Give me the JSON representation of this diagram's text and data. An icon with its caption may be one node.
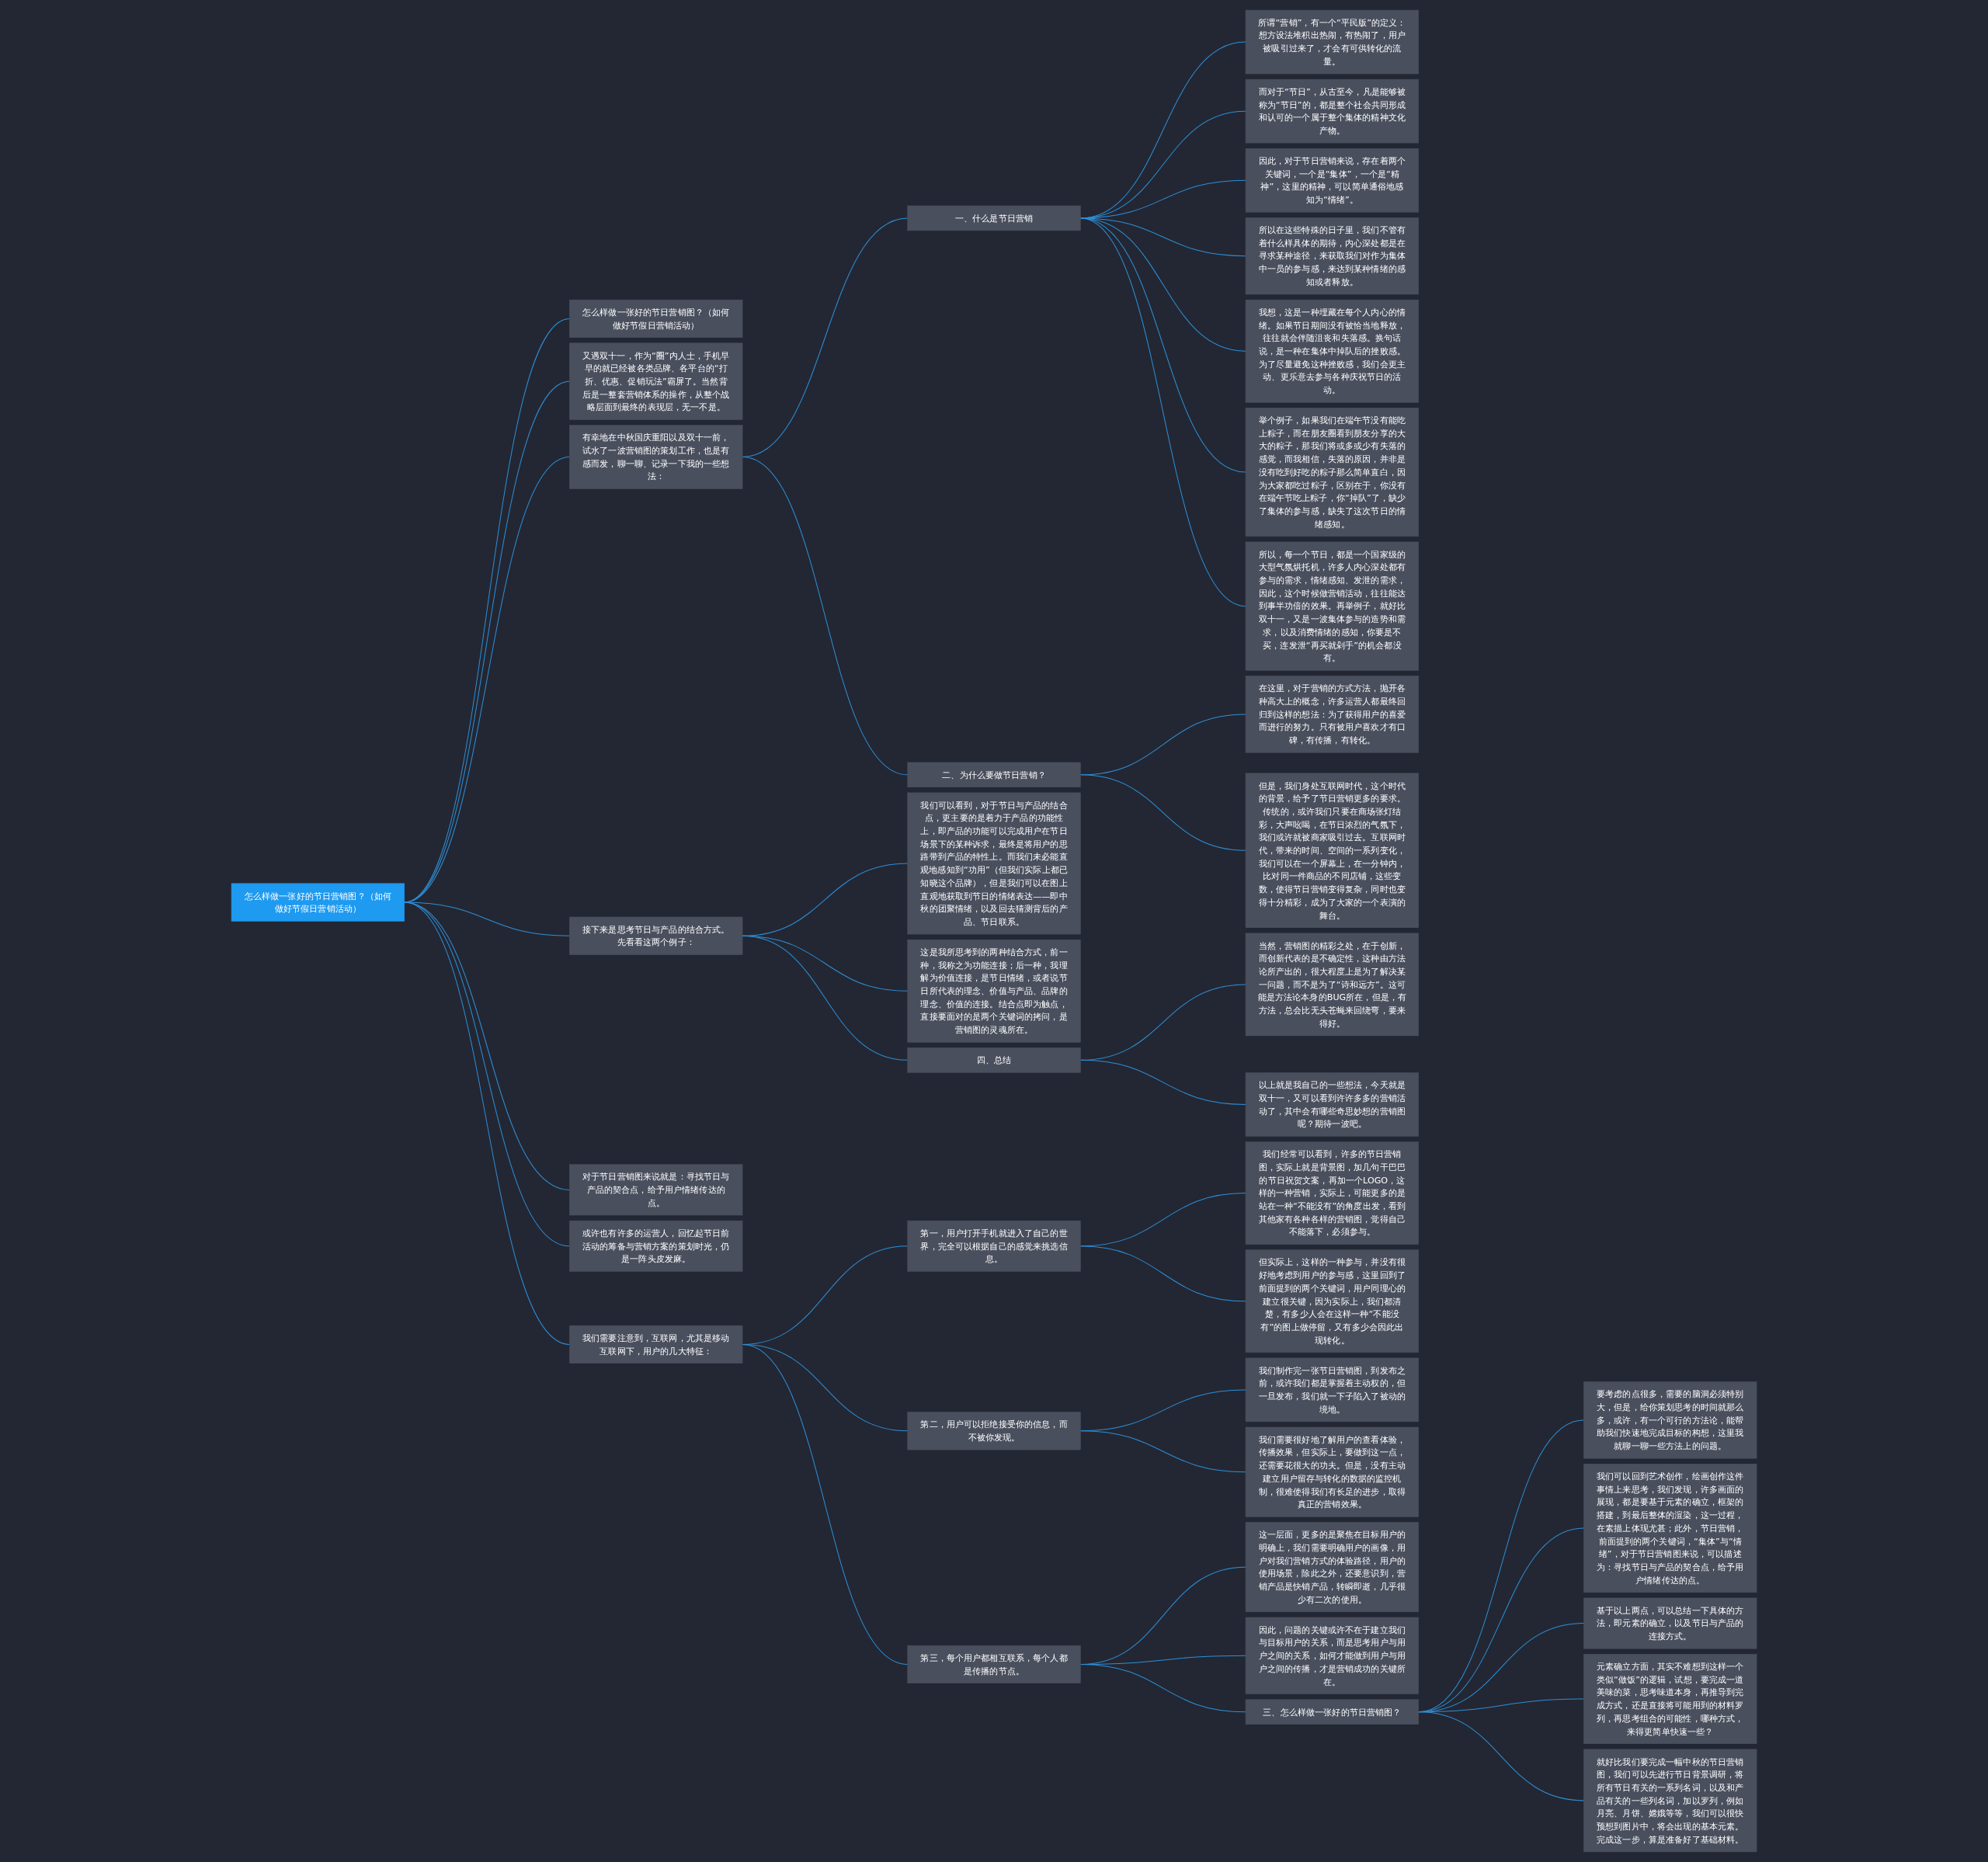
{
  "diagram": {
    "nodes": [
      {
        "text": [
          "怎么样做一张好的节日营销图？（如何做好节假日营销活动）"
        ]
      },
      {
        "text": [
          "怎么样做一张好的节日营销图？（如何做好节假日营销活动）"
        ]
      },
      {
        "text": [
          "又遇双十一，作为“圈”内人士，手机早早的就已经被各类品牌、各平台的“打折、优惠、促销玩法”霸屏了。当然背后是一整套营销体系的操作，从整个战略层面到最终的表现层，无一不是。"
        ]
      },
      {
        "text": [
          "有幸地在中秋国庆重阳以及双十一前，试水了一波营销图的策划工作，也是有感而发，聊一聊、记录一下我的一些想法："
        ]
      },
      {
        "text": [
          "一、什么是节日营销"
        ]
      },
      {
        "text": [
          "所谓“营销”，有一个“平民版”的定义：想方设法堆积出热闹，有热闹了，用户被吸引过来了，才会有可供转化的流量。"
        ]
      },
      {
        "text": [
          "而对于“节日”，从古至今，凡是能够被称为“节日”的，都是整个社会共同形成和认可的一个属于整个集体的精神文化产物。"
        ]
      },
      {
        "text": [
          "因此，对于节日营销来说，存在着两个关键词，一个是“集体”，一个是“精神”，这里的精神，可以简单通俗地感知为“情绪”。"
        ]
      },
      {
        "text": [
          "所以在这些特殊的日子里，我们不管有着什么样具体的期待，内心深处都是在寻求某种途径，来获取我们对作为集体中一员的参与感，来达到某种情绪的感知或者释放。"
        ]
      },
      {
        "text": [
          "我想，这是一种埋藏在每个人内心的情绪。如果节日期间没有被恰当地释放，往往就会伴随沮丧和失落感。换句话说，是一种在集体中掉队后的挫败感。为了尽量避免这种挫败感，我们会更主动、更乐意去参与各种庆祝节日的活动。"
        ]
      },
      {
        "text": [
          "举个例子，如果我们在端午节没有能吃上粽子，而在朋友圈看到朋友分享的大大的粽子，那我们将或多或少有失落的感觉，而我相信，失落的原因，并非是没有吃到好吃的粽子那么简单直白，因为大家都吃过粽子，区别在于，你没有在端午节吃上粽子，你“掉队”了，缺少了集体的参与感，缺失了这次节日的情绪感知。"
        ]
      },
      {
        "text": [
          "所以，每一个节日，都是一个国家级的大型气氛烘托机，许多人内心深处都有参与的需求，情绪感知、发泄的需求，因此，这个时候做营销活动，往往能达到事半功倍的效果。再举例子，就好比双十一，又是一波集体参与的造势和需求，以及消费情绪的感知，你要是不买，连发泄“再买就剁手”的机会都没有。"
        ]
      },
      {
        "text": [
          "二、为什么要做节日营销？"
        ]
      },
      {
        "text": [
          "在这里，对于营销的方式方法，抛开各种高大上的概念，许多运营人都最终回归到这样的想法：为了获得用户的喜爱而进行的努力。只有被用户喜欢才有口碑，有传播，有转化。"
        ]
      },
      {
        "text": [
          "但是，我们身处互联网时代，这个时代的背景，给予了节日营销更多的要求。传统的，或许我们只要在商场张灯结彩，大声吆喝，在节日浓烈的气氛下，我们或许就被商家吸引过去。互联网时代，带来的时间、空间的一系列变化，我们可以在一个屏幕上，在一分钟内，比对同一件商品的不同店铺，这些变数，使得节日营销变得复杂，同时也变得十分精彩，成为了大家的一个表演的舞台。"
        ]
      },
      {
        "text": [
          "接下来是思考节日与产品的结合方式。先看看这两个例子："
        ]
      },
      {
        "text": [
          "我们可以看到，对于节日与产品的结合点，更主要的是着力于产品的功能性上，即产品的功能可以完成用户在节日场景下的某种诉求，最终是将用户的思路带到产品的特性上。而我们未必能直观地感知到“功用”（但我们实际上都已知晓这个品牌），但是我们可以在图上直观地获取到节日的情绪表达——即中秋的团聚情绪，以及回去猜测背后的产品、节日联系。"
        ]
      },
      {
        "text": [
          "这是我所思考到的两种结合方式，前一种，我称之为功能连接；后一种，我理解为价值连接，是节日情绪，或者说节日所代表的理念、价值与产品、品牌的理念、价值的连接。结合点即为触点，直接要面对的是两个关键词的拷问，是营销图的灵魂所在。"
        ]
      },
      {
        "text": [
          "四、总结"
        ]
      },
      {
        "text": [
          "当然，营销图的精彩之处，在于创新，而创新代表的是不确定性，这种由方法论所产出的，很大程度上是为了解决某一问题，而不是为了“诗和远方”。这可能是方法论本身的BUG所在，但是，有方法，总会比无头苍蝇来回绕弯，要来得好。"
        ]
      },
      {
        "text": [
          "以上就是我自己的一些想法，今天就是双十一，又可以看到许许多多的营销活动了，其中会有哪些奇思妙想的营销图呢？期待一波吧。"
        ]
      },
      {
        "text": [
          "对于节日营销图来说就是：寻找节日与产品的契合点，给予用户情绪传达的点。"
        ]
      },
      {
        "text": [
          "或许也有许多的运营人，回忆起节日前活动的筹备与营销方案的策划时光，仍是一阵头皮发麻。"
        ]
      },
      {
        "text": [
          "我们需要注意到，互联网，尤其是移动互联网下，用户的几大特征："
        ]
      },
      {
        "text": [
          "第一，用户打开手机就进入了自己的世界，完全可以根据自己的感觉来挑选信息。"
        ]
      },
      {
        "text": [
          "我们经常可以看到，许多的节日营销图，实际上就是背景图，加几句干巴巴的节日祝贺文案，再加一个LOGO，这样的一种营销，实际上，可能更多的是站在一种“不能没有”的角度出发，看到其他家有各种各样的营销图，觉得自己不能落下，必须参与。"
        ]
      },
      {
        "text": [
          "但实际上，这样的一种参与，并没有很好地考虑到用户的参与感，这里回到了前面提到的两个关键词，用户同理心的建立很关键，因为实际上，我们都清楚，有多少人会在这样一种“不能没有”的图上做停留，又有多少会因此出现转化。"
        ]
      },
      {
        "text": [
          "第二，用户可以拒绝接受你的信息，而不被你发现。"
        ]
      },
      {
        "text": [
          "我们制作完一张节日营销图，到发布之前，或许我们都是掌握着主动权的，但一旦发布，我们就一下子陷入了被动的境地。"
        ]
      },
      {
        "text": [
          "我们需要很好地了解用户的查看体验，传播效果，但实际上，要做到这一点，还需要花很大的功夫。但是，没有主动建立用户留存与转化的数据的监控机制，很难使得我们有长足的进步，取得真正的营销效果。"
        ]
      },
      {
        "text": [
          "第三，每个用户都相互联系，每个人都是传播的节点。"
        ]
      },
      {
        "text": [
          "这一层面，更多的是聚焦在目标用户的明确上，我们需要明确用户的画像，用户对我们营销方式的体验路径，用户的使用场景，除此之外，还要意识到，营销产品是快销产品，转瞬即逝，几乎很少有二次的使用。"
        ]
      },
      {
        "text": [
          "因此，问题的关键或许不在于建立我们与目标用户的关系，而是思考用户与用户之间的关系，如何才能做到用户与用户之间的传播，才是营销成功的关键所在。"
        ]
      },
      {
        "text": [
          "三、怎么样做一张好的节日营销图？"
        ]
      },
      {
        "text": [
          "要考虑的点很多，需要的脑洞必须特别大，但是，给你策划思考的时间就那么多，或许，有一个可行的方法论，能帮助我们快速地完成目标的构想，这里我就聊一聊一些方法上的问题。"
        ]
      },
      {
        "text": [
          "我们可以回到艺术创作，绘画创作这件事情上来思考，我们发现，许多画面的展现，都是要基于元素的确立，框架的搭建，到最后整体的渲染，这一过程，在素描上体现尤甚；此外，节日营销，前面提到的两个关键词，“集体”与“情绪”，对于节日营销图来说，可以描述为：寻找节日与产品的契合点，给予用户情绪传达的点。"
        ]
      },
      {
        "text": [
          "基于以上两点，可以总结一下具体的方法，即元素的确立，以及节日与产品的连接方式。"
        ]
      },
      {
        "text": [
          "元素确立方面，其实不难想到这样一个类似“做饭”的逻辑，试想，要完成一道美味的菜，思考味道本身，再推导到完成方式，还是直接将可能用到的材料罗列，再思考组合的可能性，哪种方式，来得更简单快速一些？"
        ]
      },
      {
        "text": [
          "就好比我们要完成一幅中秋的节日营销图，我们可以先进行节日背景调研，将所有节日有关的一系列名词，以及和产品有关的一些列名词，加以罗列，例如月亮、月饼、嫦娥等等，我们可以很快预想到图片中，将会出现的基本元素。完成这一步，算是准备好了基础材料。"
        ]
      }
    ],
    "edges": [
      {
        "from": 0,
        "to": 1,
        "arrow": "none"
      },
      {
        "from": 0,
        "to": 2,
        "arrow": "none"
      },
      {
        "from": 0,
        "to": 3,
        "arrow": "none"
      },
      {
        "from": 3,
        "to": 4,
        "arrow": "none"
      },
      {
        "from": 4,
        "to": 5,
        "arrow": "none"
      },
      {
        "from": 4,
        "to": 6,
        "arrow": "none"
      },
      {
        "from": 4,
        "to": 7,
        "arrow": "none"
      },
      {
        "from": 4,
        "to": 8,
        "arrow": "none"
      },
      {
        "from": 4,
        "to": 9,
        "arrow": "none"
      },
      {
        "from": 4,
        "to": 10,
        "arrow": "none"
      },
      {
        "from": 4,
        "to": 11,
        "arrow": "none"
      },
      {
        "from": 3,
        "to": 12,
        "arrow": "none"
      },
      {
        "from": 12,
        "to": 13,
        "arrow": "none"
      },
      {
        "from": 12,
        "to": 14,
        "arrow": "none"
      },
      {
        "from": 0,
        "to": 15,
        "arrow": "none"
      },
      {
        "from": 15,
        "to": 16,
        "arrow": "none"
      },
      {
        "from": 15,
        "to": 17,
        "arrow": "none"
      },
      {
        "from": 15,
        "to": 18,
        "arrow": "none"
      },
      {
        "from": 18,
        "to": 19,
        "arrow": "none"
      },
      {
        "from": 18,
        "to": 20,
        "arrow": "none"
      },
      {
        "from": 0,
        "to": 21,
        "arrow": "none"
      },
      {
        "from": 0,
        "to": 22,
        "arrow": "none"
      },
      {
        "from": 0,
        "to": 23,
        "arrow": "none"
      },
      {
        "from": 23,
        "to": 24,
        "arrow": "none"
      },
      {
        "from": 24,
        "to": 25,
        "arrow": "none"
      },
      {
        "from": 24,
        "to": 26,
        "arrow": "none"
      },
      {
        "from": 23,
        "to": 27,
        "arrow": "none"
      },
      {
        "from": 27,
        "to": 28,
        "arrow": "none"
      },
      {
        "from": 27,
        "to": 29,
        "arrow": "none"
      },
      {
        "from": 23,
        "to": 30,
        "arrow": "none"
      },
      {
        "from": 30,
        "to": 31,
        "arrow": "none"
      },
      {
        "from": 30,
        "to": 32,
        "arrow": "none"
      },
      {
        "from": 30,
        "to": 33,
        "arrow": "none"
      },
      {
        "from": 33,
        "to": 34,
        "arrow": "none"
      },
      {
        "from": 33,
        "to": 35,
        "arrow": "none"
      },
      {
        "from": 33,
        "to": 36,
        "arrow": "none"
      },
      {
        "from": 33,
        "to": 37,
        "arrow": "none"
      },
      {
        "from": 33,
        "to": 38,
        "arrow": "none"
      }
    ]
  }
}
